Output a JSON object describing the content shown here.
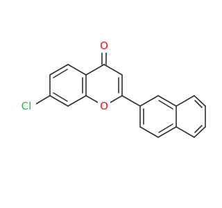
{
  "molecule": {
    "atoms": [
      {
        "label": "O",
        "color": "#ff0d0d"
      },
      {
        "label": "O",
        "color": "#ff0d0d"
      },
      {
        "label": "Cl",
        "color": "#1fb84f"
      }
    ],
    "bond_color": "#2f2f2f"
  }
}
